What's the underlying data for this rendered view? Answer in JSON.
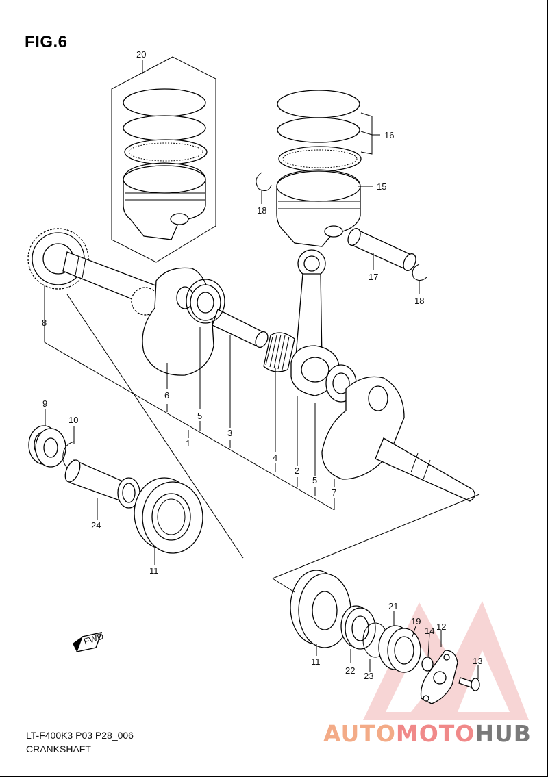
{
  "figure": {
    "title": "FIG.6",
    "model_line": "LT-F400K3 P03 P28_006",
    "caption": "CRANKSHAFT"
  },
  "callouts": {
    "c1": "1",
    "c2": "2",
    "c3": "3",
    "c4": "4",
    "c5a": "5",
    "c5b": "5",
    "c6": "6",
    "c7": "7",
    "c8": "8",
    "c9": "9",
    "c10": "10",
    "c11a": "11",
    "c11b": "11",
    "c12": "12",
    "c13": "13",
    "c14": "14",
    "c15": "15",
    "c16": "16",
    "c17": "17",
    "c18a": "18",
    "c18b": "18",
    "c19": "19",
    "c20": "20",
    "c21": "21",
    "c22": "22",
    "c23": "23",
    "c24": "24"
  },
  "fwd_label": "FWD",
  "watermark": {
    "part1": "AUTO",
    "part2": "MOTO",
    "part3": "HUB",
    "colors": {
      "triangle": "#e85050",
      "auto": "#f3ab87",
      "moto": "#f08989",
      "hub": "#7a7a7a"
    }
  }
}
